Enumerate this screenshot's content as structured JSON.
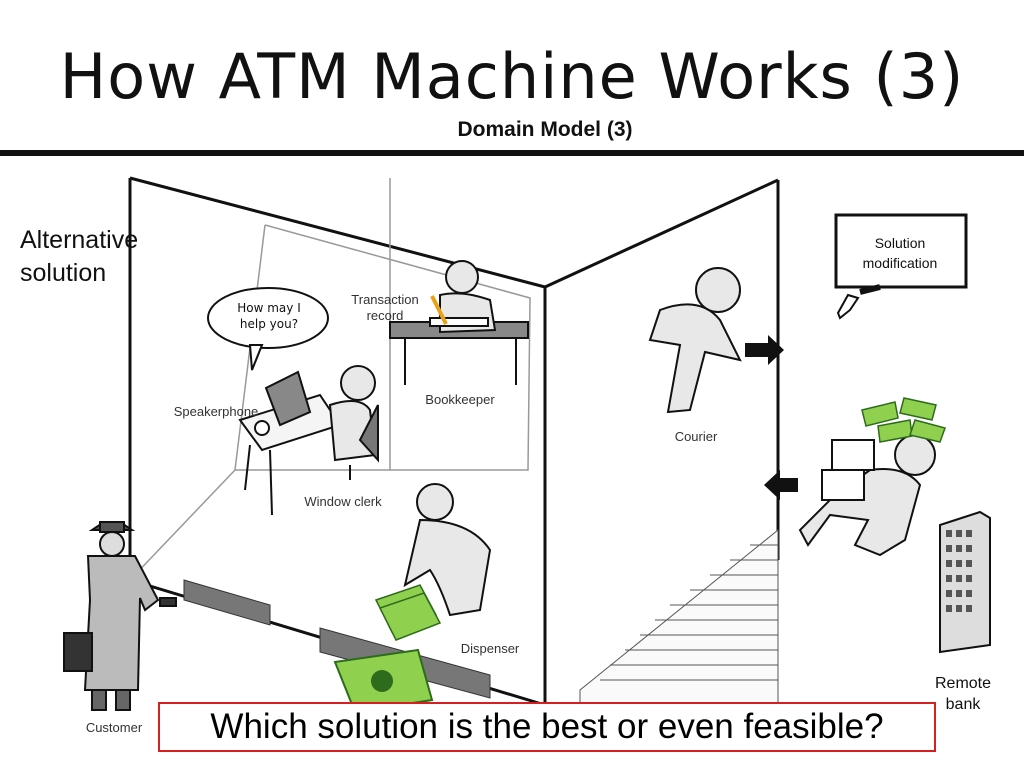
{
  "header": {
    "title": "How ATM Machine Works (3)",
    "subtitle": "Domain Model (3)"
  },
  "side_label": {
    "line1": "Alternative",
    "line2": "solution"
  },
  "diagram": {
    "speech_bubble": {
      "line1": "How may I",
      "line2": "help you?"
    },
    "transaction_record": {
      "line1": "Transaction",
      "line2": "record"
    },
    "bookkeeper": "Bookkeeper",
    "speakerphone": "Speakerphone",
    "window_clerk": "Window clerk",
    "dispenser": "Dispenser",
    "courier": "Courier",
    "customer": "Customer",
    "solution_modification": {
      "line1": "Solution",
      "line2": "modification"
    },
    "remote_bank": {
      "line1": "Remote",
      "line2": "bank"
    }
  },
  "callout": "Which solution is the best or even feasible?",
  "colors": {
    "callout_border": "#d62020",
    "money": "#8fd14f",
    "figure_fill": "#e8e8e8"
  }
}
